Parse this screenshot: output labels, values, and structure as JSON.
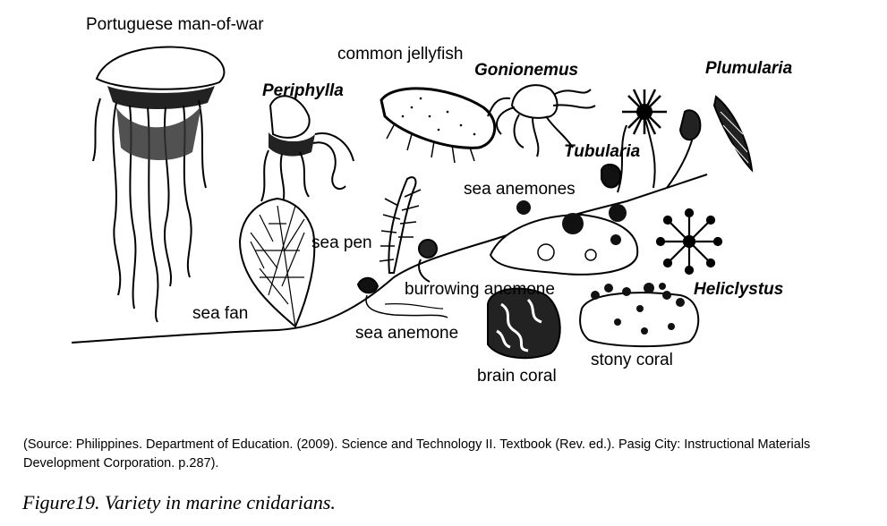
{
  "labels": {
    "portuguese_man_of_war": "Portuguese man-of-war",
    "common_jellyfish": "common jellyfish",
    "periphylla": "Periphylla",
    "gonionemus": "Gonionemus",
    "plumularia": "Plumularia",
    "tubularia": "Tubularia",
    "sea_anemones": "sea anemones",
    "sea_pen": "sea pen",
    "burrowing_anemone": "burrowing anemone",
    "heliclystus": "Heliclystus",
    "sea_fan": "sea fan",
    "sea_anemone": "sea anemone",
    "stony_coral": "stony coral",
    "brain_coral": "brain coral"
  },
  "source": "(Source: Philippines. Department of Education. (2009). Science and Technology II. Textbook (Rev. ed.).  Pasig City: Instructional Materials Development Corporation. p.287).",
  "caption": "Figure19. Variety in marine cnidarians."
}
